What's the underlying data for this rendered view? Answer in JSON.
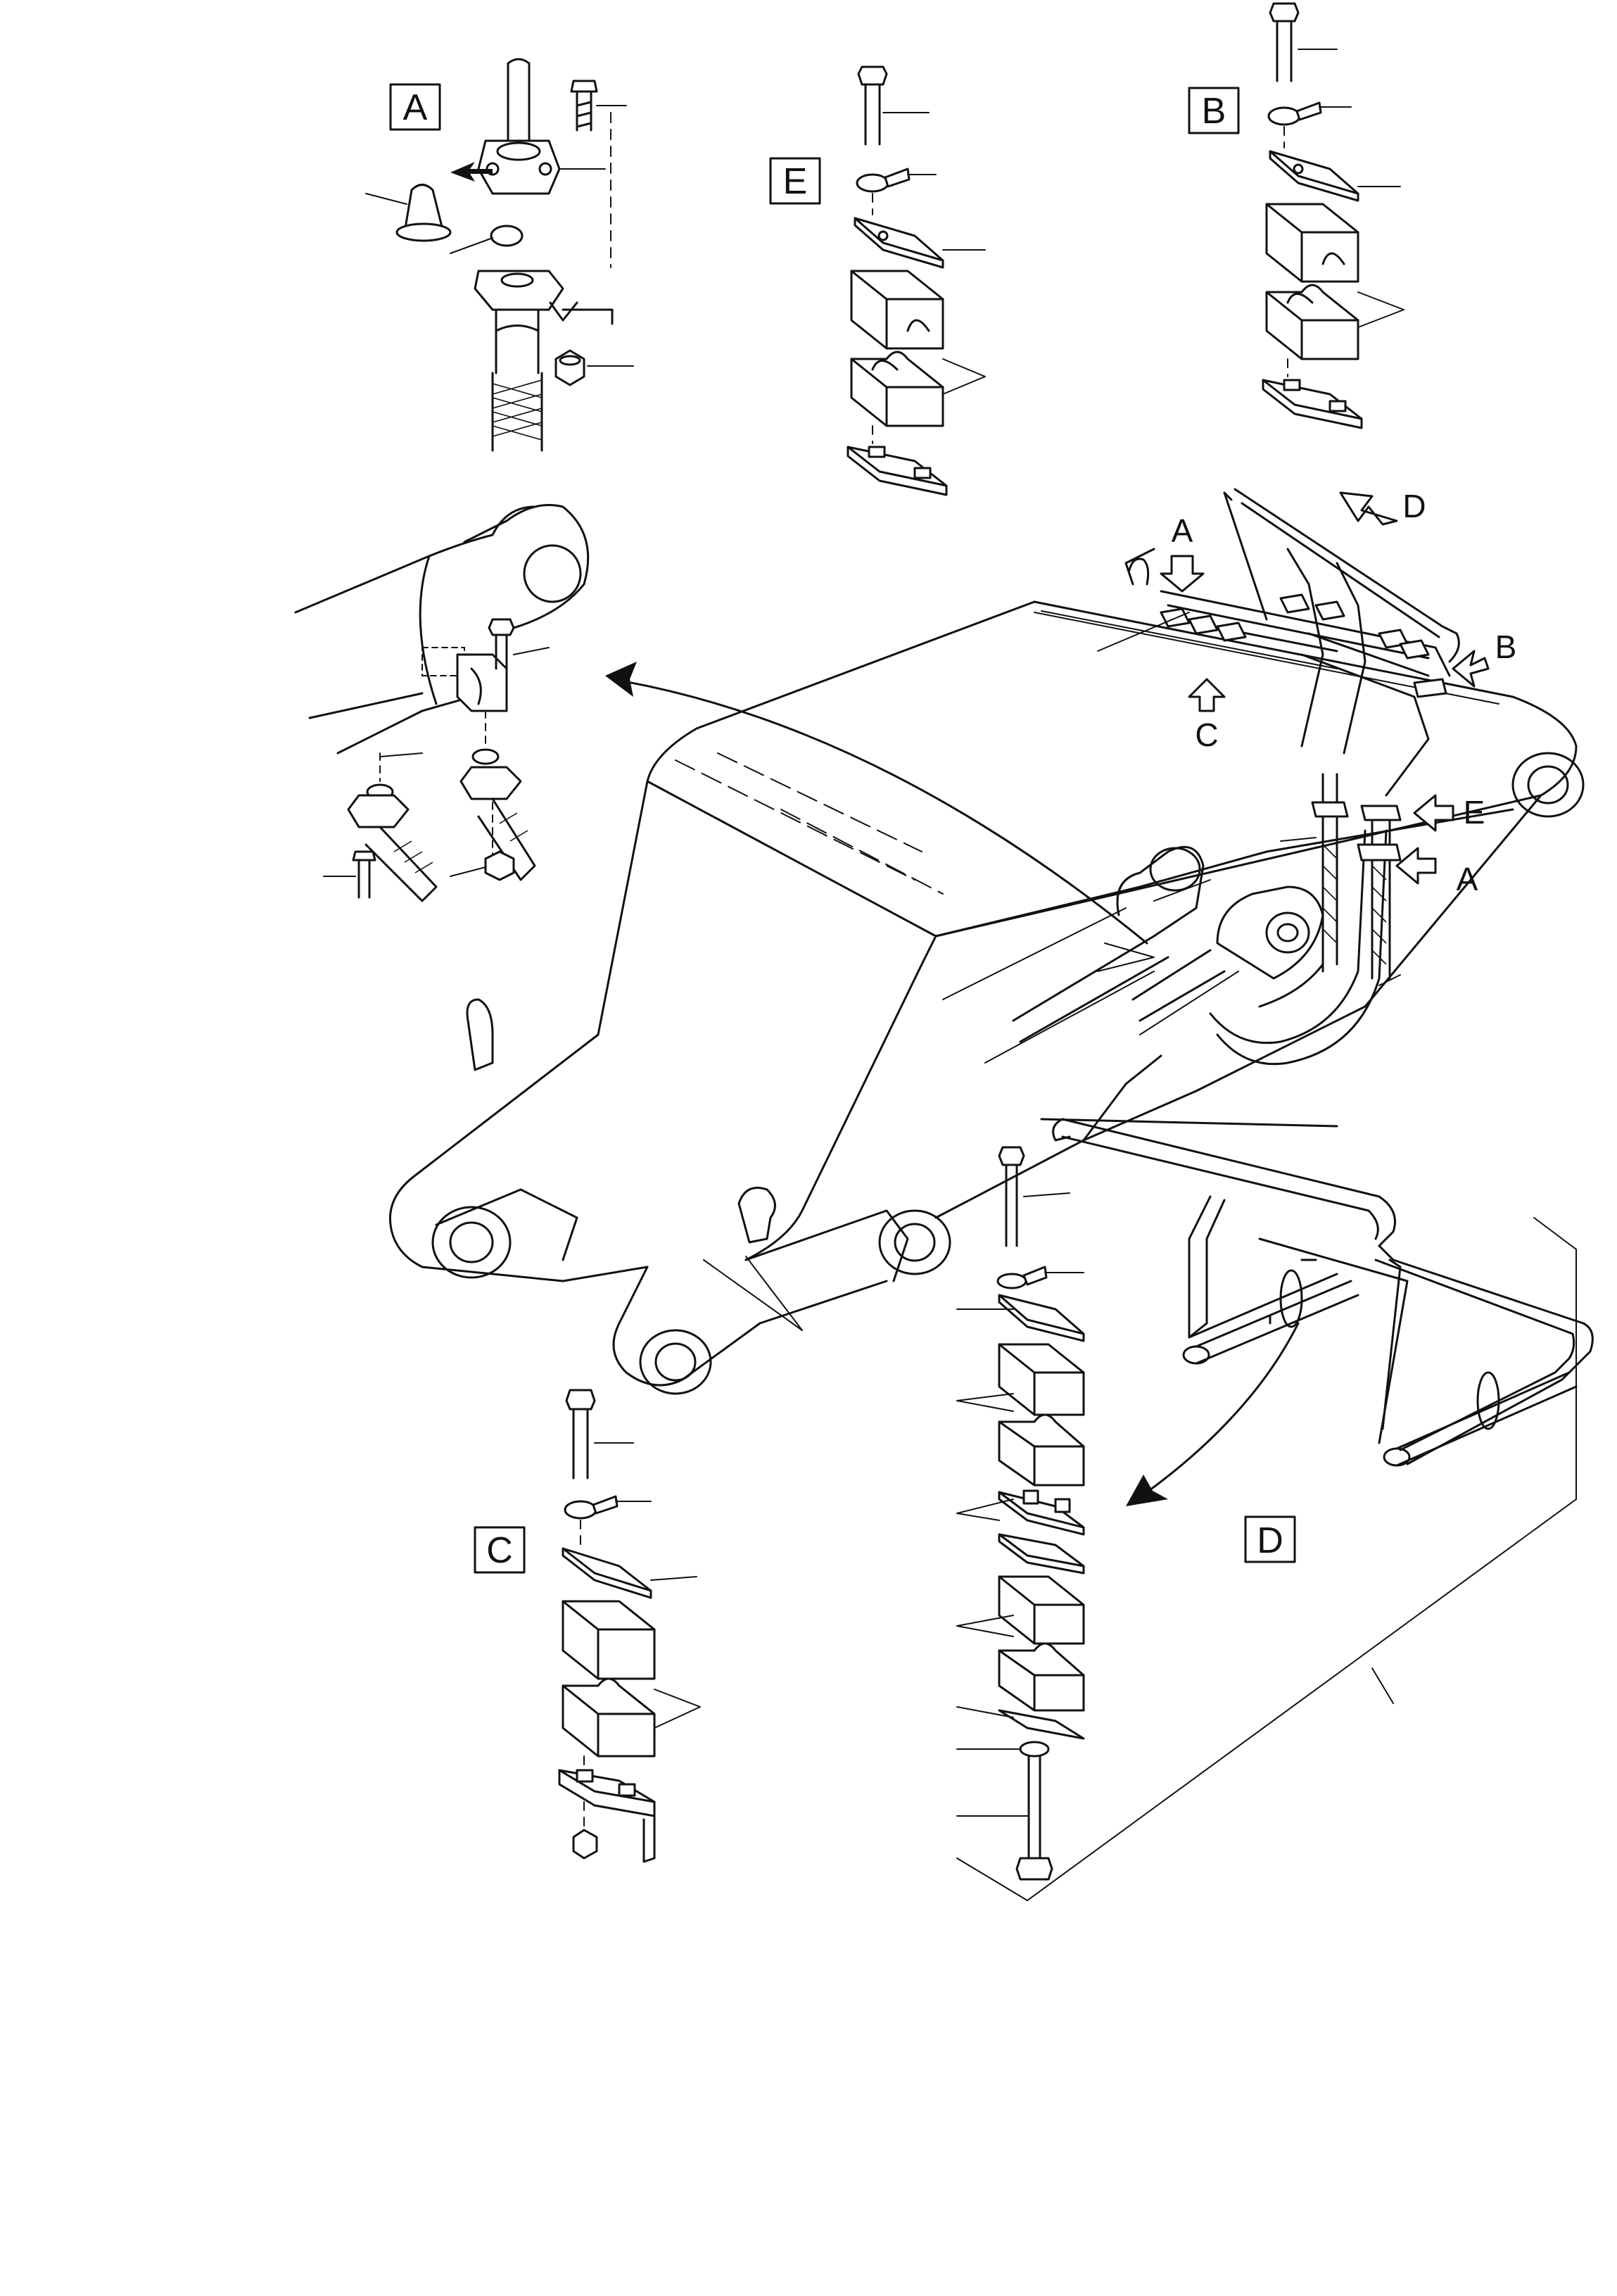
{
  "diagram": {
    "detail_labels": {
      "a": "A",
      "b": "B",
      "c": "C",
      "d": "D",
      "e": "E"
    },
    "arrow_labels": {
      "a_top": "A",
      "a_side": "A",
      "b": "B",
      "c": "C",
      "d": "D",
      "e": "E"
    }
  }
}
